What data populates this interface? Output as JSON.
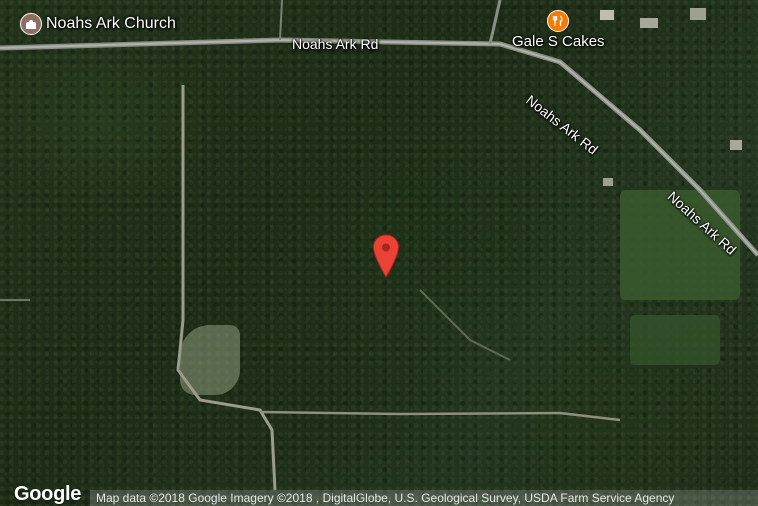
{
  "pois": [
    {
      "label": "Noahs Ark Church",
      "icon": "church-icon",
      "color": "#8d6e63"
    },
    {
      "label": "Gale S Cakes",
      "icon": "restaurant-icon",
      "color": "#f57c00"
    }
  ],
  "roads": [
    {
      "label": "Noahs Ark Rd"
    },
    {
      "label": "Noahs Ark Rd"
    },
    {
      "label": "Noahs Ark Rd"
    }
  ],
  "marker": {
    "icon": "location-pin-icon",
    "color": "#ea4335"
  },
  "logo": "Google",
  "attribution": "Map data ©2018 Google  Imagery ©2018 , DigitalGlobe, U.S. Geological Survey, USDA Farm Service Agency"
}
